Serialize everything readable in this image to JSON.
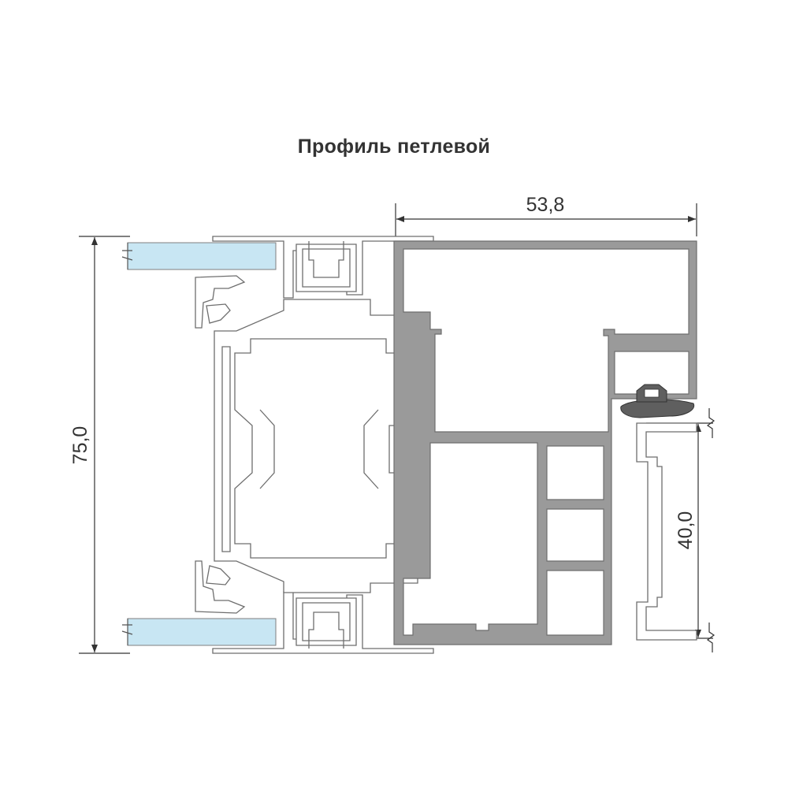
{
  "title": "Профиль петлевой",
  "dimensions": {
    "width_top": "53,8",
    "height_left": "75,0",
    "height_right": "40,0"
  },
  "colors": {
    "profile_fill": "#9a9a9a",
    "profile_stroke": "#6e6e6e",
    "glass": "#c8e6f3",
    "gasket": "#5f5f5f",
    "line": "#333333"
  }
}
